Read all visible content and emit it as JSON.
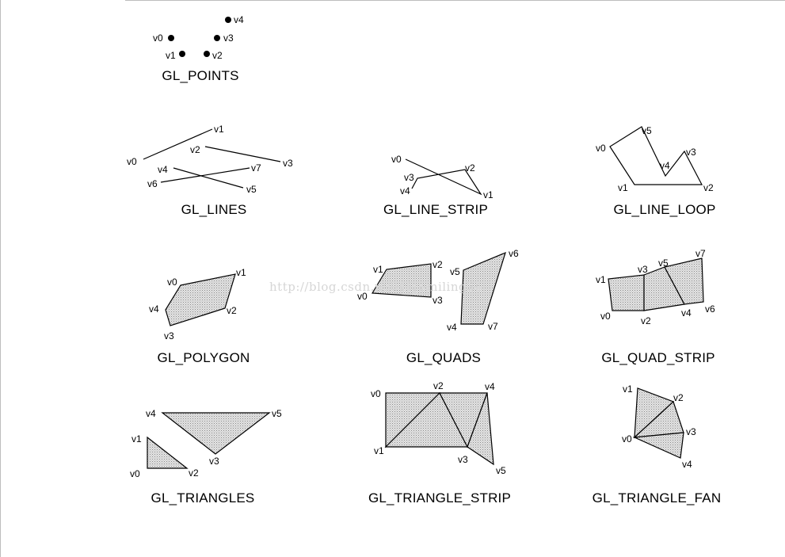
{
  "watermark": "http://blog.csdn.net/bigsmiling24",
  "colors": {
    "ink": "#000000",
    "fill": "#c8c8c8",
    "background": "#ffffff"
  },
  "panels": [
    {
      "id": "points",
      "caption": "GL_POINTS",
      "labels": [
        "v0",
        "v1",
        "v2",
        "v3",
        "v4"
      ]
    },
    {
      "id": "lines",
      "caption": "GL_LINES",
      "labels": [
        "v0",
        "v1",
        "v2",
        "v3",
        "v4",
        "v5",
        "v6",
        "v7"
      ]
    },
    {
      "id": "line_strip",
      "caption": "GL_LINE_STRIP",
      "labels": [
        "v0",
        "v1",
        "v2",
        "v3",
        "v4"
      ]
    },
    {
      "id": "line_loop",
      "caption": "GL_LINE_LOOP",
      "labels": [
        "v0",
        "v1",
        "v2",
        "v3",
        "v4",
        "v5"
      ]
    },
    {
      "id": "polygon",
      "caption": "GL_POLYGON",
      "labels": [
        "v0",
        "v1",
        "v2",
        "v3",
        "v4"
      ]
    },
    {
      "id": "quads",
      "caption": "GL_QUADS",
      "labels": [
        "v0",
        "v1",
        "v2",
        "v3",
        "v4",
        "v5",
        "v6",
        "v7"
      ]
    },
    {
      "id": "quad_strip",
      "caption": "GL_QUAD_STRIP",
      "labels": [
        "v0",
        "v1",
        "v2",
        "v3",
        "v4",
        "v5",
        "v6",
        "v7"
      ]
    },
    {
      "id": "triangles",
      "caption": "GL_TRIANGLES",
      "labels": [
        "v0",
        "v1",
        "v2",
        "v3",
        "v4",
        "v5"
      ]
    },
    {
      "id": "triangle_strip",
      "caption": "GL_TRIANGLE_STRIP",
      "labels": [
        "v0",
        "v1",
        "v2",
        "v3",
        "v4",
        "v5"
      ]
    },
    {
      "id": "triangle_fan",
      "caption": "GL_TRIANGLE_FAN",
      "labels": [
        "v0",
        "v1",
        "v2",
        "v3",
        "v4"
      ]
    }
  ]
}
